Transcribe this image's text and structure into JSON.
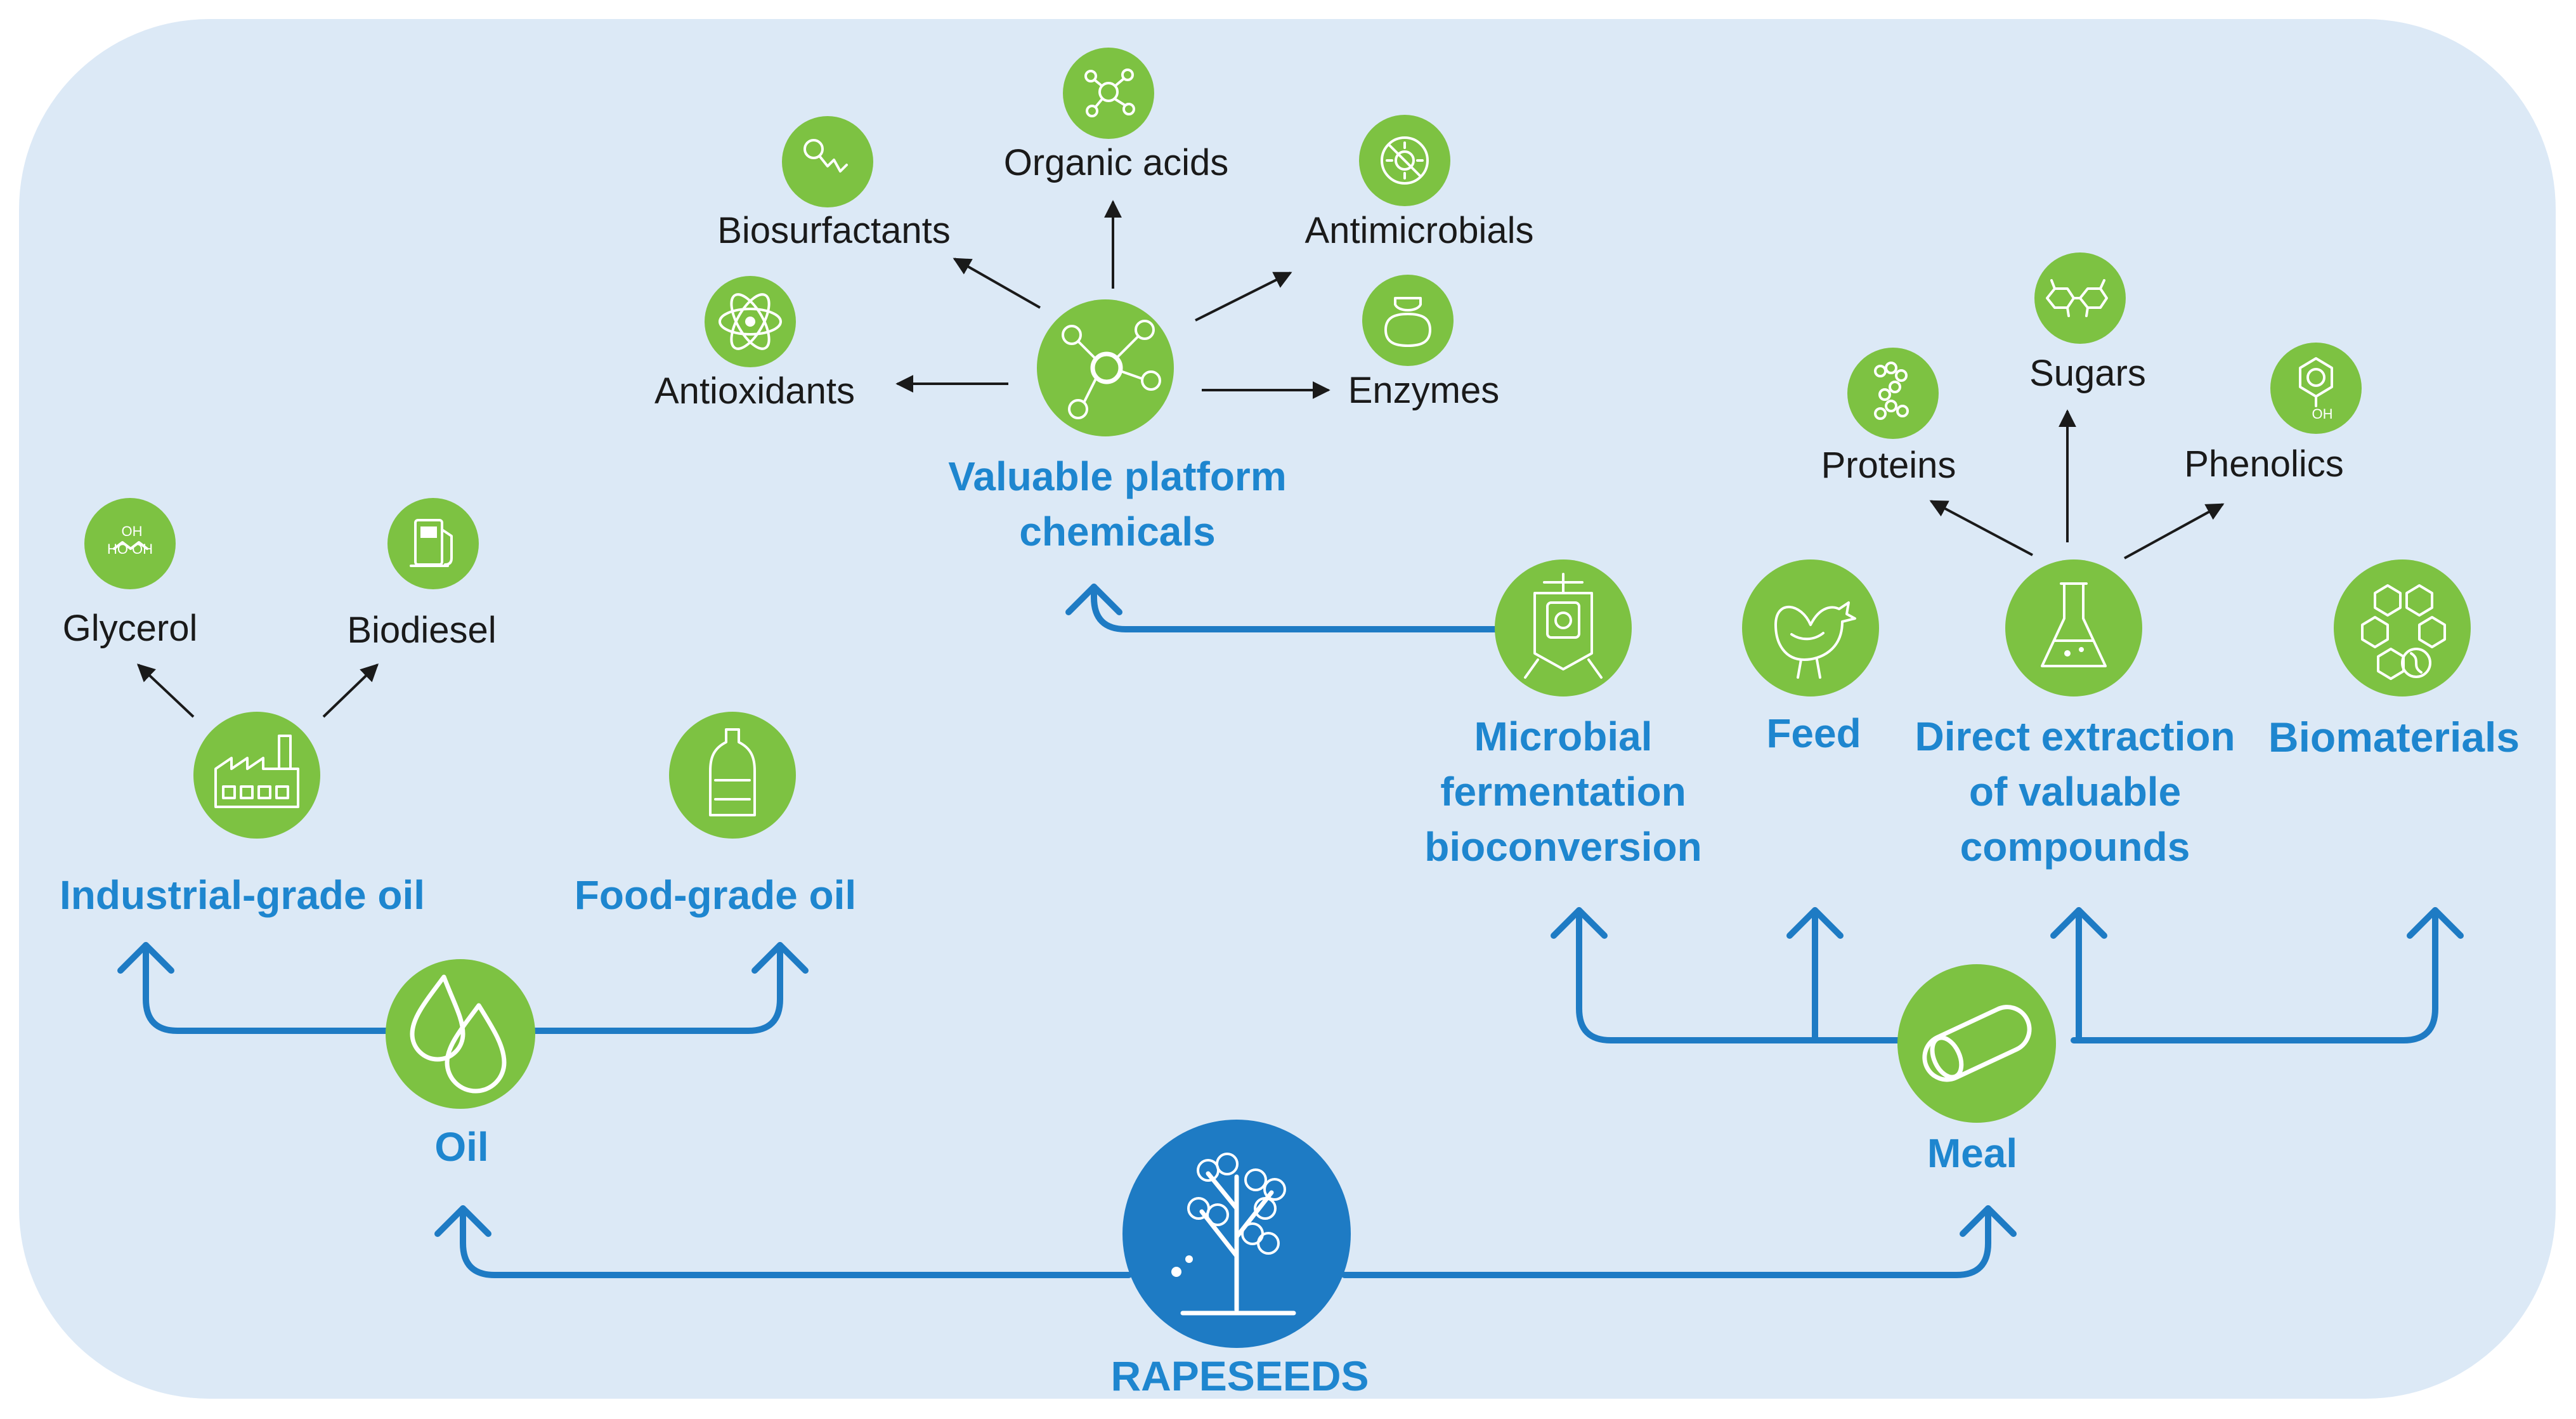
{
  "nodes": {
    "rapeseeds": "RAPESEEDS",
    "oil": "Oil",
    "meal": "Meal",
    "industrial_oil": "Industrial-grade oil",
    "food_oil": "Food-grade oil",
    "glycerol": "Glycerol",
    "biodiesel": "Biodiesel",
    "microbial": [
      "Microbial",
      "fermentation",
      "bioconversion"
    ],
    "feed": "Feed",
    "direct_extraction": [
      "Direct extraction",
      "of valuable",
      "compounds"
    ],
    "biomaterials": "Biomaterials",
    "platform": [
      "Valuable platform",
      "chemicals"
    ],
    "antioxidants": "Antioxidants",
    "biosurfactants": "Biosurfactants",
    "organic_acids": "Organic acids",
    "antimicrobials": "Antimicrobials",
    "enzymes": "Enzymes",
    "proteins": "Proteins",
    "sugars": "Sugars",
    "phenolics": "Phenolics"
  },
  "icon_text": {
    "glycerol_oh": "OH",
    "glycerol_ho_oh": "HO    OH",
    "phenol_oh": "OH"
  },
  "icons": {
    "rapeseeds": "rapeseed-plant-icon",
    "oil": "oil-drops-icon",
    "meal": "seed-capsule-icon",
    "industrial_oil": "factory-icon",
    "food_oil": "oil-bottle-icon",
    "glycerol": "glycerol-molecule-icon",
    "biodiesel": "fuel-pump-icon",
    "microbial": "bioreactor-icon",
    "feed": "chicken-icon",
    "direct_extraction": "flask-icon",
    "biomaterials": "hexagon-network-icon",
    "platform": "molecule-network-icon",
    "antioxidants": "atom-icon",
    "biosurfactants": "surfactant-icon",
    "organic_acids": "molecule-cluster-icon",
    "antimicrobials": "no-microbe-icon",
    "enzymes": "enzyme-icon",
    "proteins": "protein-chain-icon",
    "sugars": "sugar-ring-icon",
    "phenolics": "phenol-ring-icon"
  },
  "colors": {
    "background_panel": "#dce9f6",
    "flow_arrow": "#1e7bc4",
    "icon_green": "#7dc242",
    "root_blue": "#1e7bc4",
    "label_blue": "#1e86cf",
    "label_black": "#1a1a1a"
  }
}
